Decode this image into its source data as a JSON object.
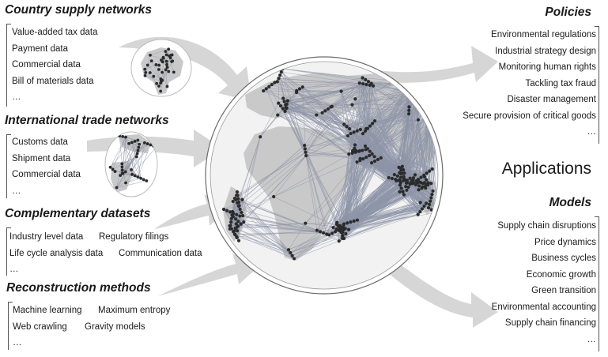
{
  "sections": {
    "country_supply": {
      "heading": "Country supply networks",
      "items": [
        "Value-added tax data",
        "Payment data",
        "Commercial data",
        "Bill of materials data",
        "..."
      ]
    },
    "international_trade": {
      "heading": "International trade networks",
      "items": [
        "Customs data",
        "Shipment data",
        "Commercial data",
        "..."
      ]
    },
    "complementary": {
      "heading": "Complementary datasets",
      "rows": [
        [
          "Industry level data",
          "Regulatory filings"
        ],
        [
          "Life cycle analysis data",
          "Communication data"
        ],
        [
          "...",
          ""
        ]
      ]
    },
    "reconstruction": {
      "heading": "Reconstruction methods",
      "rows": [
        [
          "Machine learning",
          "Maximum entropy"
        ],
        [
          "Web crawling",
          "Gravity models"
        ],
        [
          "...",
          ""
        ]
      ]
    },
    "policies": {
      "heading": "Policies",
      "items": [
        "Environmental regulations",
        "Industrial strategy design",
        "Monitoring human rights",
        "Tackling tax fraud",
        "Disaster management",
        "Secure provision of critical goods",
        "..."
      ]
    },
    "applications": {
      "label": "Applications"
    },
    "models": {
      "heading": "Models",
      "items": [
        "Supply chain disruptions",
        "Price dynamics",
        "Business cycles",
        "Economic growth",
        "Green transition",
        "Environmental accounting",
        "Supply chain financing",
        "..."
      ]
    }
  },
  "colors": {
    "arrow": "#d6d6d6",
    "globe_fill": "#f2f2f2",
    "land": "#c9c9c9",
    "node": "#2b2b2b",
    "edge": "#8e95a8",
    "bracket": "#555555",
    "text": "#1a1a1a"
  }
}
